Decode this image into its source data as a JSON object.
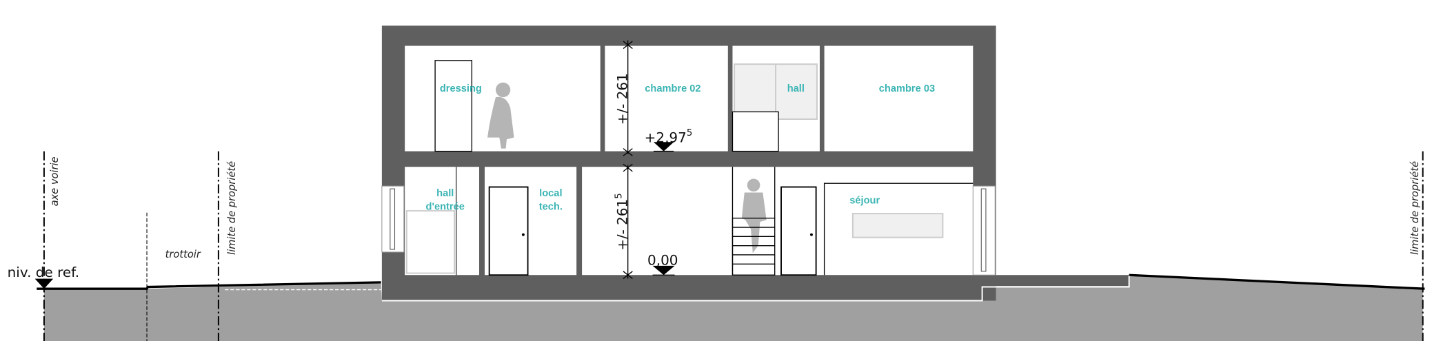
{
  "rooms": {
    "upper": [
      "dressing",
      "chambre 02",
      "hall",
      "chambre 03"
    ],
    "ground": {
      "hall_line1": "hall",
      "hall_line2": "d'entrée",
      "local_line1": "local",
      "local_line2": "tech.",
      "sejour": "séjour"
    }
  },
  "dimensions": {
    "upper_height": "+/- 261",
    "ground_height": "+/- 261",
    "ground_height_sup": "5"
  },
  "levels": {
    "upper": "+2,97",
    "upper_sup": "5",
    "ground": "0,00",
    "reference": "niv. de ref."
  },
  "site_labels": {
    "road_axis": "axe voirie",
    "sidewalk": "trottoir",
    "property_limit_left": "limite de propriété",
    "property_limit_right": "limite de propriété"
  },
  "colors": {
    "structure": "#5f5f5f",
    "ground": "#a0a0a0",
    "room_label": "#3bb4b4"
  }
}
